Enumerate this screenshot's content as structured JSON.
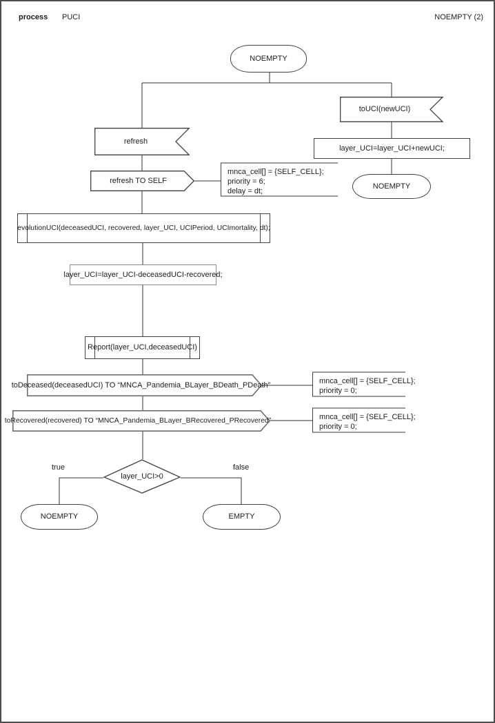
{
  "header": {
    "process_label": "process",
    "process_name": "PUCI",
    "page_title": "NOEMPTY (2)"
  },
  "diagram": {
    "start_state": "NOEMPTY",
    "branch_left": {
      "input_signal": "refresh",
      "output_signal": "refresh TO SELF",
      "output_comment": [
        "mnca_cell[] = {SELF_CELL};",
        "priority = 6;",
        "delay = dt;"
      ],
      "procedure_call": "evolutionUCI(deceasedUCI, recovered, layer_UCI, UCIPeriod, UCImortality, dt);",
      "task": "layer_UCI=layer_UCI-deceasedUCI-recovered;",
      "report_call": "Report(layer_UCI,deceasedUCI)",
      "deceased_output": "toDeceased(deceasedUCI) TO “MNCA_Pandemia_BLayer_BDeath_PDeath”",
      "deceased_comment": [
        "mnca_cell[] = {SELF_CELL};",
        "priority = 0;"
      ],
      "recovered_output": "toRecovered(recovered) TO “MNCA_Pandemia_BLayer_BRecovered_PRecovered”",
      "recovered_comment": [
        "mnca_cell[] = {SELF_CELL};",
        "priority = 0;"
      ],
      "decision": "layer_UCI>0",
      "true_label": "true",
      "false_label": "false",
      "true_state": "NOEMPTY",
      "false_state": "EMPTY"
    },
    "branch_right": {
      "input_signal": "toUCI(newUCI)",
      "task": "layer_UCI=layer_UCI+newUCI;",
      "next_state": "NOEMPTY"
    }
  },
  "colors": {
    "background": "#ffffff",
    "line": "#303030",
    "shape_border": "#404040",
    "muted_border": "#8a8a8a",
    "comment_border": "#9b9b9b"
  }
}
